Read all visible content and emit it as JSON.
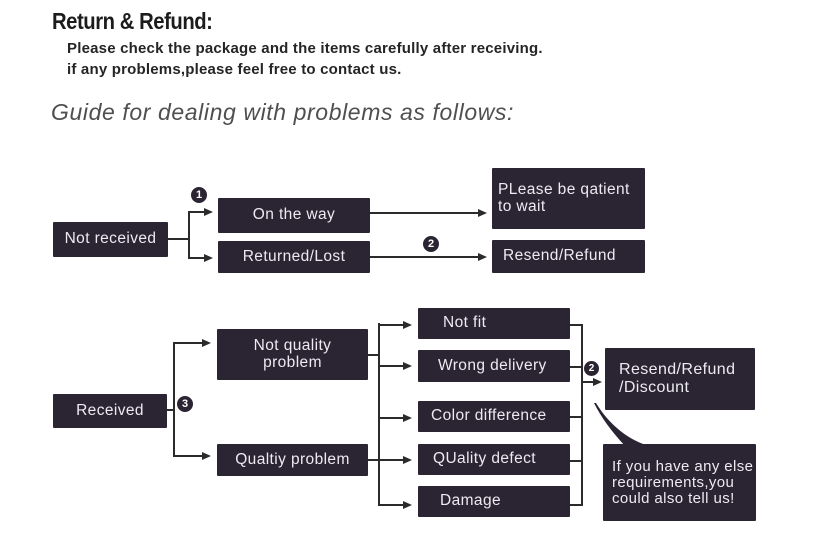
{
  "header": {
    "title": "Return & Refund:",
    "intro_line1": "Please check the package and the items carefully after receiving.",
    "intro_line2": "if any problems,please feel free to contact us.",
    "guide": "Guide for dealing with problems as follows:"
  },
  "colors": {
    "box_fill": "#2b2533",
    "box_text": "#edeaf2",
    "line": "#2b2b2b",
    "title_text": "#1c1c1c",
    "guide_text": "#4f4f4f"
  },
  "badges": {
    "step1": "1",
    "step2_top": "2",
    "step3": "3",
    "step2_bottom": "2"
  },
  "flow_top": {
    "not_received": "Not received",
    "on_the_way": "On the way",
    "returned_lost": "Returned/Lost",
    "be_patient": "PLease be qatient\nto wait",
    "resend_refund": "Resend/Refund"
  },
  "flow_bottom": {
    "received": "Received",
    "not_quality_problem": "Not quality\nproblem",
    "quality_problem": "Qualtiy problem",
    "not_fit": "Not fit",
    "wrong_delivery": "Wrong delivery",
    "color_difference": "Color difference",
    "quality_defect": "QUality defect",
    "damage": "Damage",
    "resend_refund_discount": "Resend/Refund\n/Discount",
    "bubble_note": "If you have any else\nrequirements,you\ncould also tell us!"
  }
}
